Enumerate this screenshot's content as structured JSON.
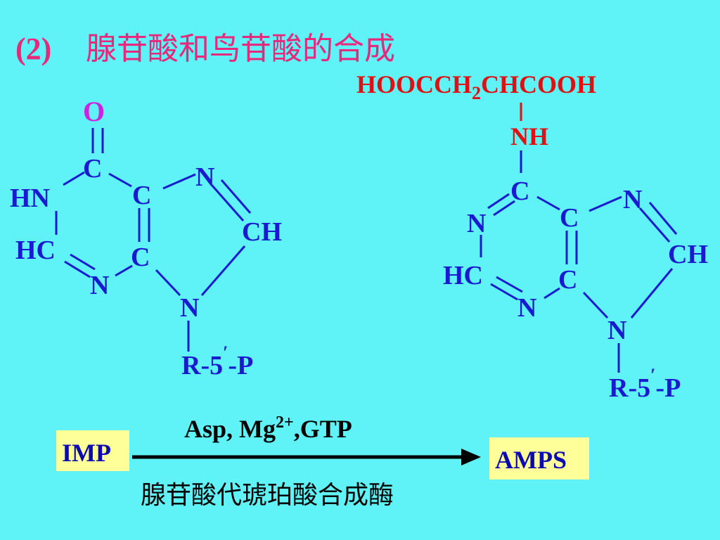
{
  "title": {
    "number": "(2)",
    "text": "腺苷酸和鸟苷酸的合成"
  },
  "imp": {
    "o": "O",
    "c_top": "C",
    "hn": "HN",
    "c5": "C",
    "n7": "N",
    "ch8": "CH",
    "hc2": "HC",
    "c4": "C",
    "n3": "N",
    "n9": "N",
    "r": "R-5",
    "prime": "′",
    "p": "-P"
  },
  "amps": {
    "substituent_a": "HOOCCH",
    "substituent_sub": "2",
    "substituent_b": "CHCOOH",
    "nh": "NH",
    "c6": "C",
    "n1": "N",
    "c5": "C",
    "n7": "N",
    "ch8": "CH",
    "hc2": "HC",
    "c4": "C",
    "n3": "N",
    "n9": "N",
    "r": "R-5",
    "prime": "′",
    "p": "-P"
  },
  "reaction": {
    "substrate": "IMP",
    "product": "AMPS",
    "reagents_a": "Asp, Mg",
    "reagents_sup": "2+",
    "reagents_b": ",GTP",
    "enzyme": "腺苷酸代琥珀酸合成酶"
  },
  "colors": {
    "background": "#5ff3f8",
    "title": "#e8287a",
    "structure": "#1a1ad0",
    "substituent": "#e01010",
    "box": "#ffff99"
  }
}
